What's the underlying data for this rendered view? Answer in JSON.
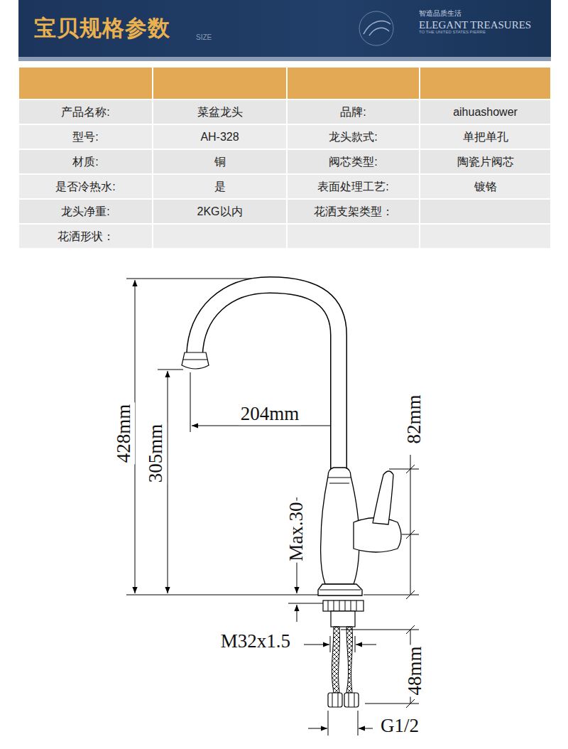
{
  "diagram": {
    "title": "宝贝规格参数",
    "labels": [
      "SIZE",
      "智造品质生活",
      "ELEGANT TREASURES",
      "TO THE UNITED STATES PIERRE",
      "产品名称:",
      "菜盆龙头",
      "品牌:",
      "aihuashower",
      "型号:",
      "AH-328",
      "龙头款式:",
      "单把单孔",
      "材质:",
      "铜",
      "阀芯类型:",
      "陶瓷片阀芯",
      "是否冷热水:",
      "是",
      "表面处理工艺:",
      "镀铬",
      "龙头净重:",
      "2KG以内",
      "花洒支架类型：",
      "花洒形状：",
      "428mm",
      "305mm",
      "204mm",
      "82mm",
      "Max.30",
      "M32x1.5",
      "48mm",
      "G1/2"
    ]
  }
}
